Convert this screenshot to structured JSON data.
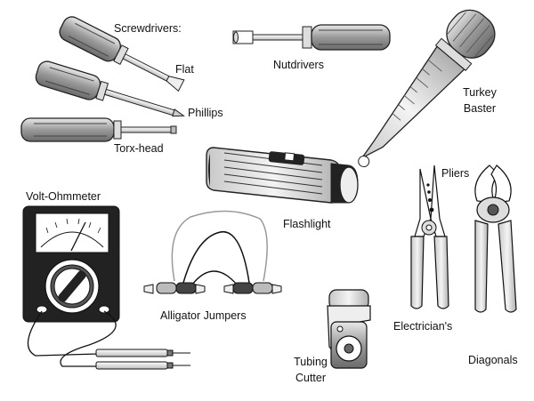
{
  "labels": {
    "screwdrivers": "Screwdrivers:",
    "flat": "Flat",
    "phillips": "Phillips",
    "torx": "Torx-head",
    "nutdrivers": "Nutdrivers",
    "turkey_line1": "Turkey",
    "turkey_line2": "Baster",
    "flashlight": "Flashlight",
    "pliers": "Pliers",
    "volt_ohmmeter": "Volt-Ohmmeter",
    "alligator": "Alligator  Jumpers",
    "electricians": "Electrician's",
    "tubing_line1": "Tubing",
    "tubing_line2": "Cutter",
    "diagonals": "Diagonals"
  },
  "icons": [
    "flat-screwdriver-icon",
    "phillips-screwdriver-icon",
    "torx-screwdriver-icon",
    "nutdriver-icon",
    "turkey-baster-icon",
    "flashlight-icon",
    "volt-ohmmeter-icon",
    "alligator-jumpers-icon",
    "tubing-cutter-icon",
    "electricians-pliers-icon",
    "diagonal-pliers-icon"
  ]
}
